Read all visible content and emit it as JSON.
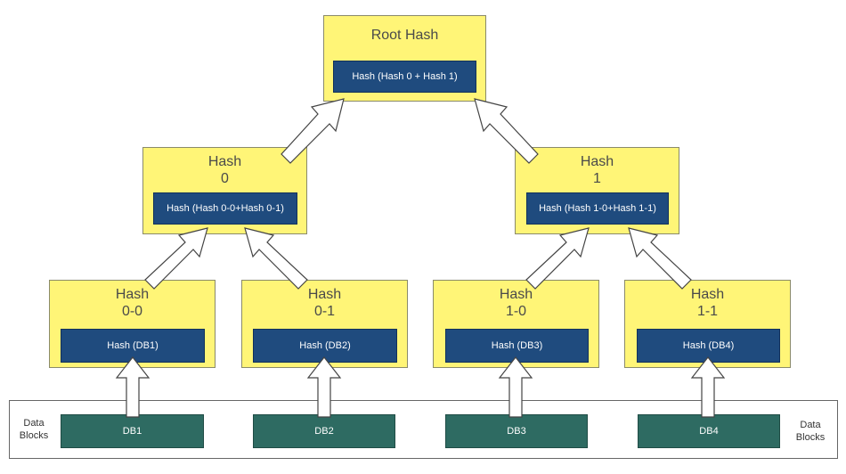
{
  "root": {
    "title": "Root Hash",
    "inner": "Hash (Hash 0 + Hash 1)"
  },
  "level1": [
    {
      "title_line1": "Hash",
      "title_line2": "0",
      "inner": "Hash (Hash 0-0+Hash 0-1)"
    },
    {
      "title_line1": "Hash",
      "title_line2": "1",
      "inner": "Hash (Hash 1-0+Hash 1-1)"
    }
  ],
  "level2": [
    {
      "title_line1": "Hash",
      "title_line2": "0-0",
      "inner": "Hash (DB1)"
    },
    {
      "title_line1": "Hash",
      "title_line2": "0-1",
      "inner": "Hash (DB2)"
    },
    {
      "title_line1": "Hash",
      "title_line2": "1-0",
      "inner": "Hash (DB3)"
    },
    {
      "title_line1": "Hash",
      "title_line2": "1-1",
      "inner": "Hash (DB4)"
    }
  ],
  "data_blocks": [
    "DB1",
    "DB2",
    "DB3",
    "DB4"
  ],
  "data_blocks_label": {
    "line1": "Data",
    "line2": "Blocks"
  },
  "colors": {
    "hash_node": "#fff577",
    "inner_box": "#1f4b7e",
    "data_block": "#2e6b62",
    "arrow_fill": "#ffffff"
  }
}
